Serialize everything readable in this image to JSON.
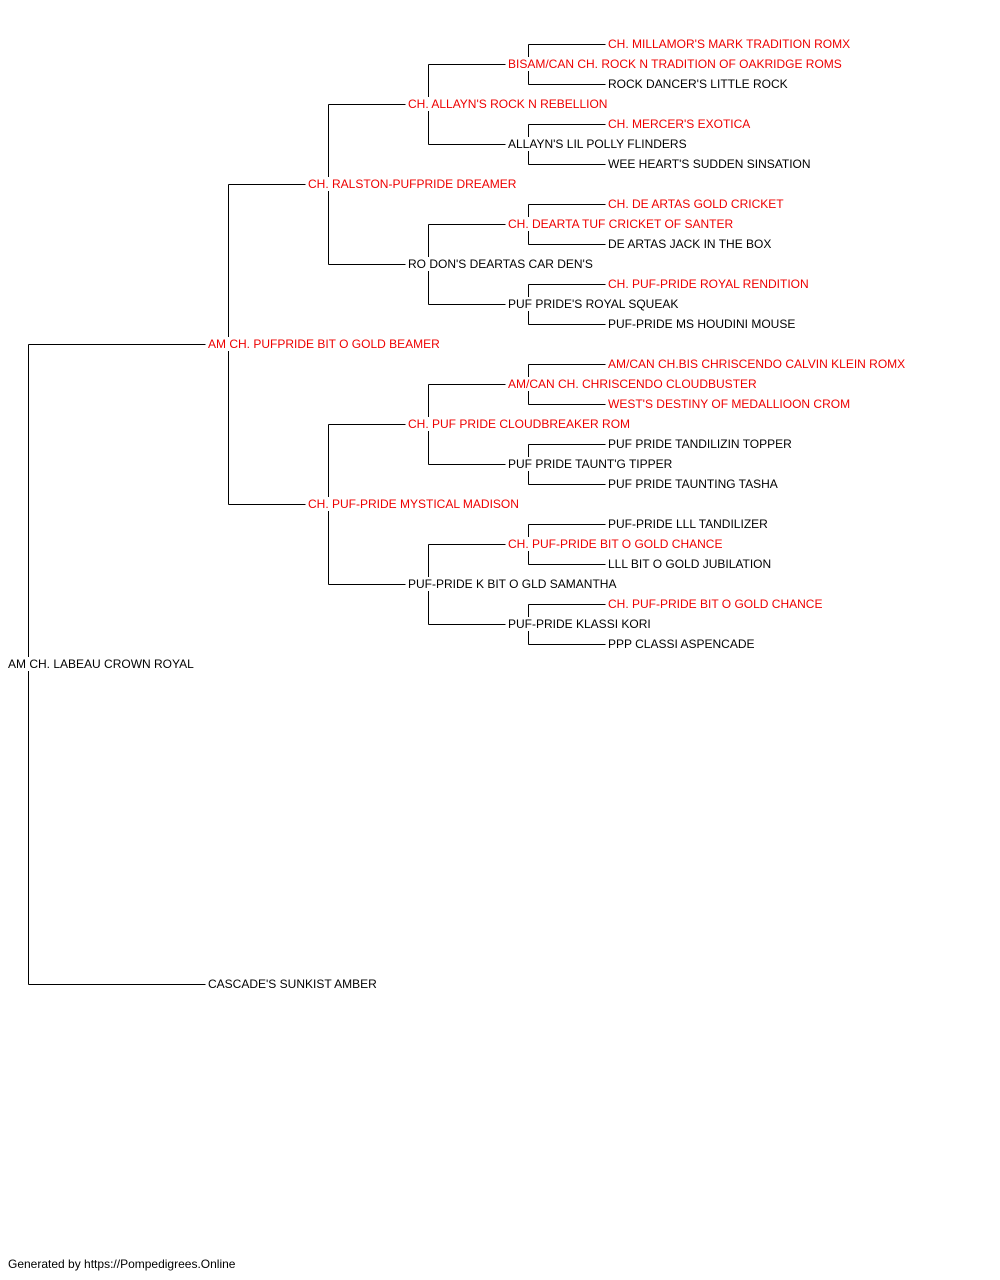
{
  "colors": {
    "champion": "#ee0000",
    "normal": "#000000",
    "line": "#000000"
  },
  "pedigree": {
    "name": "AM CH. LABEAU CROWN ROYAL",
    "champion": false,
    "sire": {
      "name": "AM CH. PUFPRIDE BIT O GOLD BEAMER",
      "champion": true,
      "sire": {
        "name": "CH. RALSTON-PUFPRIDE DREAMER",
        "champion": true,
        "sire": {
          "name": "CH. ALLAYN'S ROCK N REBELLION",
          "champion": true,
          "sire": {
            "name": "BISAM/CAN CH. ROCK N TRADITION OF OAKRIDGE ROMS",
            "champion": true,
            "sire": {
              "name": "CH. MILLAMOR'S MARK TRADITION ROMX",
              "champion": true
            },
            "dam": {
              "name": "ROCK DANCER'S LITTLE ROCK",
              "champion": false
            }
          },
          "dam": {
            "name": "ALLAYN'S LIL POLLY FLINDERS",
            "champion": false,
            "sire": {
              "name": "CH. MERCER'S EXOTICA",
              "champion": true
            },
            "dam": {
              "name": "WEE HEART'S SUDDEN SINSATION",
              "champion": false
            }
          }
        },
        "dam": {
          "name": "RO DON'S DEARTAS CAR DEN'S",
          "champion": false,
          "sire": {
            "name": "CH. DEARTA TUF CRICKET OF SANTER",
            "champion": true,
            "sire": {
              "name": "CH. DE ARTAS GOLD CRICKET",
              "champion": true
            },
            "dam": {
              "name": "DE ARTAS JACK IN THE BOX",
              "champion": false
            }
          },
          "dam": {
            "name": "PUF PRIDE'S ROYAL SQUEAK",
            "champion": false,
            "sire": {
              "name": "CH. PUF-PRIDE ROYAL RENDITION",
              "champion": true
            },
            "dam": {
              "name": "PUF-PRIDE MS HOUDINI MOUSE",
              "champion": false
            }
          }
        }
      },
      "dam": {
        "name": "CH. PUF-PRIDE MYSTICAL MADISON",
        "champion": true,
        "sire": {
          "name": "CH. PUF PRIDE CLOUDBREAKER ROM",
          "champion": true,
          "sire": {
            "name": "AM/CAN CH. CHRISCENDO CLOUDBUSTER",
            "champion": true,
            "sire": {
              "name": "AM/CAN CH.BIS CHRISCENDO CALVIN KLEIN ROMX",
              "champion": true
            },
            "dam": {
              "name": "WEST'S DESTINY OF MEDALLIOON CROM",
              "champion": true
            }
          },
          "dam": {
            "name": "PUF PRIDE TAUNT'G TIPPER",
            "champion": false,
            "sire": {
              "name": "PUF PRIDE TANDILIZIN TOPPER",
              "champion": false
            },
            "dam": {
              "name": "PUF PRIDE TAUNTING TASHA",
              "champion": false
            }
          }
        },
        "dam": {
          "name": "PUF-PRIDE K BIT O GLD SAMANTHA",
          "champion": false,
          "sire": {
            "name": "CH. PUF-PRIDE BIT O GOLD CHANCE",
            "champion": true,
            "sire": {
              "name": "PUF-PRIDE LLL TANDILIZER",
              "champion": false
            },
            "dam": {
              "name": "LLL BIT O GOLD JUBILATION",
              "champion": false
            }
          },
          "dam": {
            "name": "PUF-PRIDE KLASSI KORI",
            "champion": false,
            "sire": {
              "name": "CH. PUF-PRIDE BIT O GOLD CHANCE",
              "champion": true
            },
            "dam": {
              "name": "PPP CLASSI ASPENCADE",
              "champion": false
            }
          }
        }
      }
    },
    "dam": {
      "name": "CASCADE'S SUNKIST AMBER",
      "champion": false
    }
  },
  "footer": {
    "text": "Generated by https://Pompedigrees.Online"
  }
}
